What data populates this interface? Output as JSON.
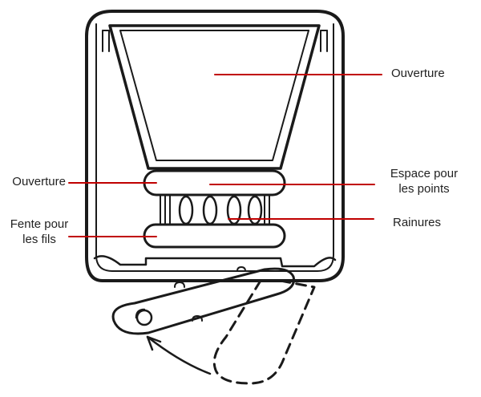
{
  "colors": {
    "outline": "#1a1a1a",
    "leader": "#c00000",
    "background": "#ffffff",
    "text": "#222222"
  },
  "labels": {
    "opening_top": "Ouverture",
    "opening_left": "Ouverture",
    "stitch_space_line1": "Espace pour",
    "stitch_space_line2": "les points",
    "grooves": "Rainures",
    "thread_slot_line1": "Fente pour",
    "thread_slot_line2": "les fils"
  }
}
